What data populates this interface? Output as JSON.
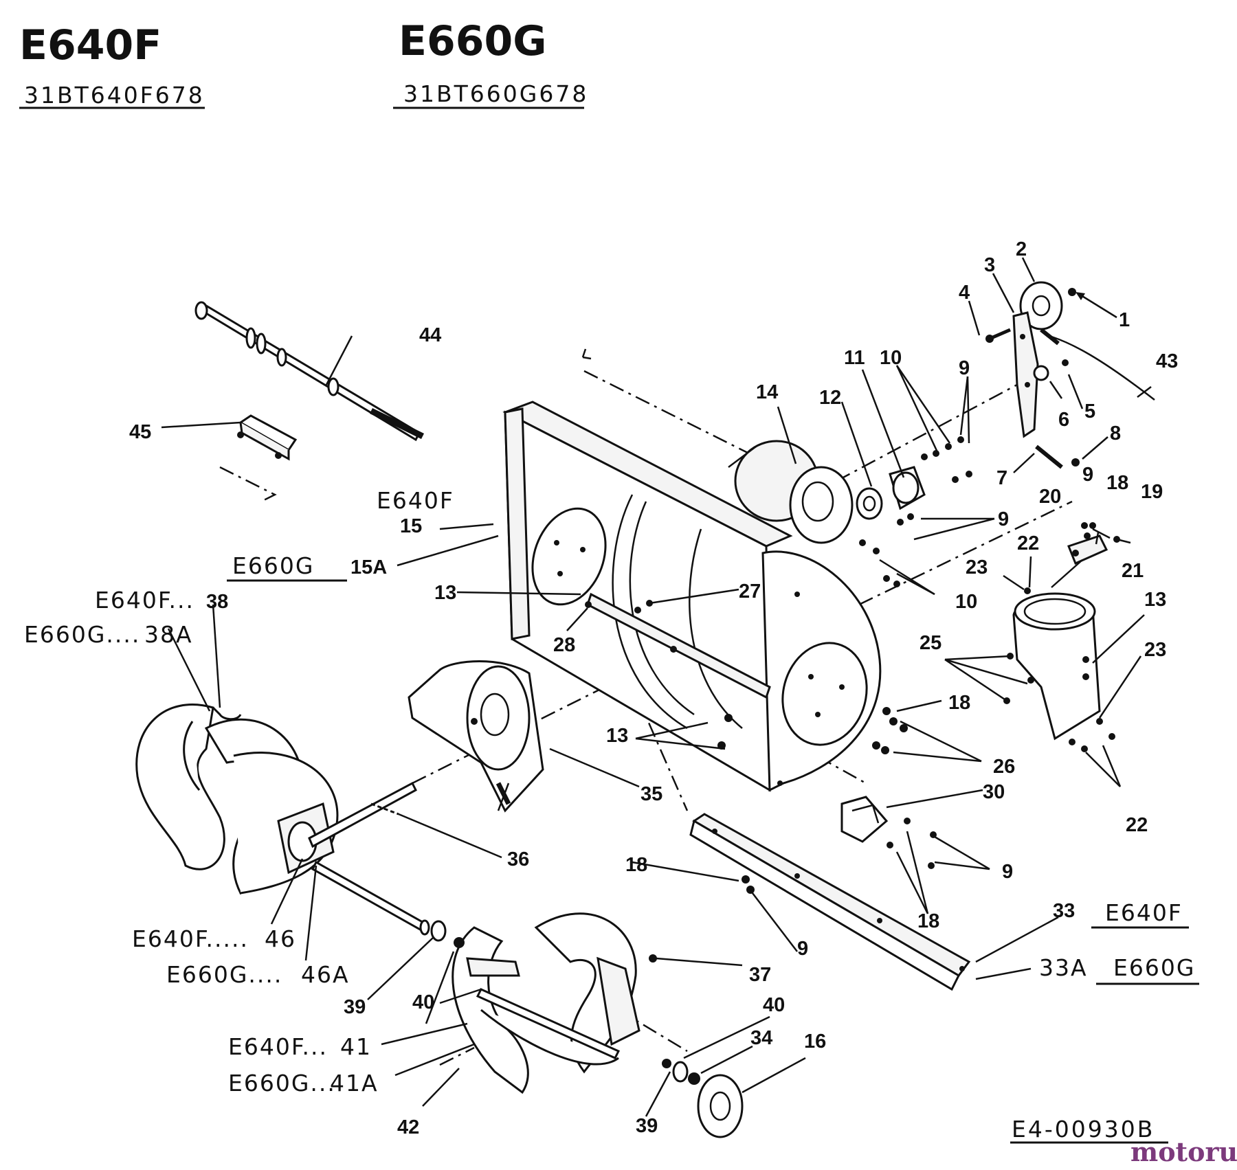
{
  "header": {
    "model_left": "E640F",
    "model_left_code": "31BT640F678",
    "model_right": "E660G",
    "model_right_code": "31BT660G678"
  },
  "callouts": {
    "c1": "1",
    "c2": "2",
    "c3": "3",
    "c4": "4",
    "c5": "5",
    "c6": "6",
    "c7": "7",
    "c8": "8",
    "c9a": "9",
    "c9b": "9",
    "c9c": "9",
    "c9d": "9",
    "c9e": "9",
    "c10a": "10",
    "c10b": "10",
    "c11": "11",
    "c12": "12",
    "c13a": "13",
    "c13b": "13",
    "c13c": "13",
    "c14": "14",
    "c15": "15",
    "c15a": "15A",
    "c16": "16",
    "c18a": "18",
    "c18b": "18",
    "c18c": "18",
    "c18d": "18",
    "c19": "19",
    "c20": "20",
    "c21": "21",
    "c22a": "22",
    "c22b": "22",
    "c23a": "23",
    "c23b": "23",
    "c25": "25",
    "c26": "26",
    "c27": "27",
    "c28": "28",
    "c30": "30",
    "c33": "33",
    "c33a": "33A",
    "c34": "34",
    "c35": "35",
    "c36": "36",
    "c37": "37",
    "c38": "38",
    "c38a": "38A",
    "c39a": "39",
    "c39b": "39",
    "c40a": "40",
    "c40b": "40",
    "c41": "41",
    "c41a": "41A",
    "c42": "42",
    "c43": "43",
    "c44": "44",
    "c45": "45",
    "c46": "46",
    "c46a": "46A"
  },
  "model_prefixes": {
    "p15": "E640F",
    "p15a": "E660G",
    "p38": "E640F...",
    "p38a": "E660G....",
    "p46": "E640F.....",
    "p46a": "E660G....",
    "p41": "E640F...",
    "p41a": "E660G...",
    "p33": "E640F",
    "p33a": "E660G"
  },
  "footer": {
    "diagram_code": "E4-00930B",
    "watermark": "motoruf.de"
  }
}
